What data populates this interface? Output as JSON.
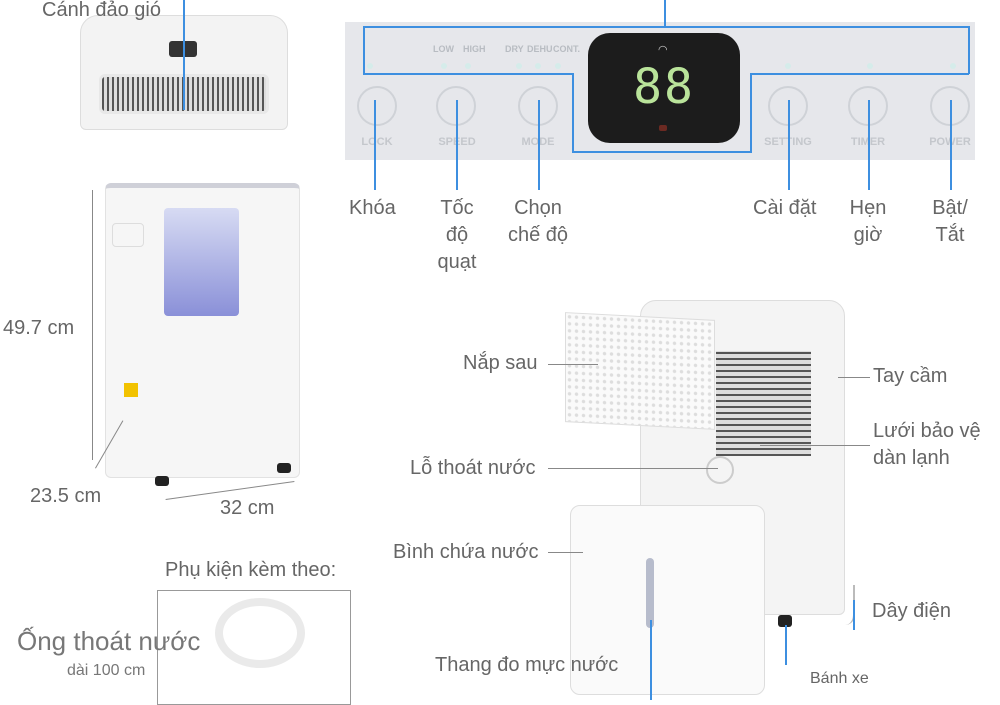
{
  "labels": {
    "wind_flap": "Cánh đảo gió",
    "lock": "Khóa",
    "fan_speed": [
      "Tốc",
      "độ",
      "quạt"
    ],
    "mode_select": [
      "Chọn",
      "chế độ"
    ],
    "setting": "Cài đặt",
    "timer": [
      "Hẹn",
      "giờ"
    ],
    "power": [
      "Bật/",
      "Tắt"
    ],
    "height": "49.7 cm",
    "depth": "23.5 cm",
    "width": "32 cm",
    "back_cover": "Nắp sau",
    "handle": "Tay cầm",
    "filter_grille": [
      "Lưới bảo vệ",
      "dàn lạnh"
    ],
    "drain_hole": "Lỗ thoát nước",
    "water_tank": "Bình chứa nước",
    "power_cord": "Dây điện",
    "water_gauge": "Thang đo mực nước",
    "wheels": "Bánh xe",
    "accessories_title": "Phụ kiện kèm theo:",
    "drain_hose": "Ống thoát nước",
    "hose_length": "dài 100 cm"
  },
  "panel": {
    "indicators": [
      "LOW",
      "HIGH",
      "DRY",
      "DEHU",
      "CONT."
    ],
    "buttons": [
      "LOCK",
      "SPEED",
      "MODE",
      "SETTING",
      "TIMER",
      "POWER"
    ],
    "display": "88"
  },
  "colors": {
    "callout": "#3d8fe0",
    "display_digits": "#b9e39a"
  }
}
